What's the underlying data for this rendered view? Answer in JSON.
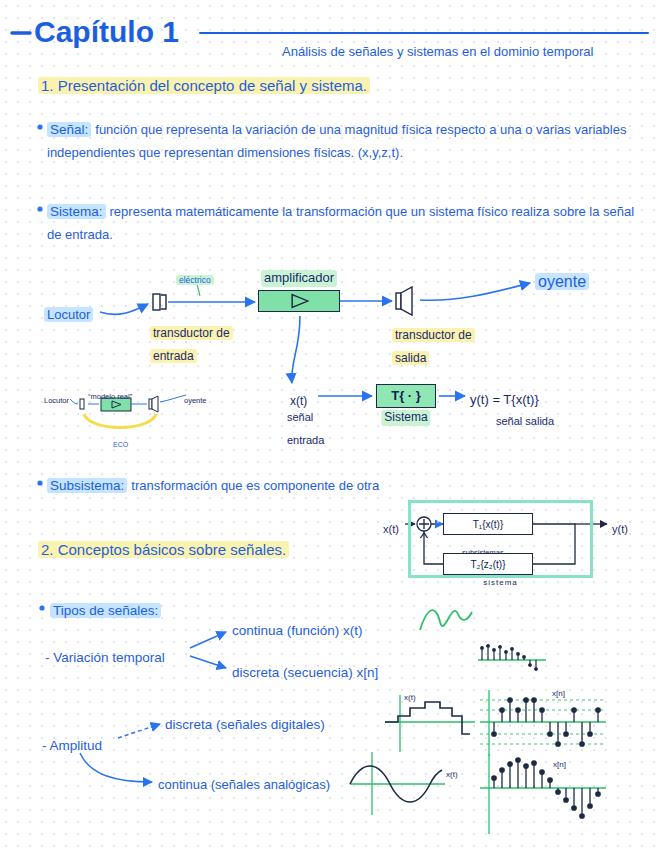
{
  "diagram": {
    "title": "Capítulo 1",
    "nodes": [
      {
        "text": [
          "amplificador"
        ]
      },
      {
        "text": [
          "T{ · }",
          "Sistema"
        ]
      },
      {
        "text": [
          "sistema"
        ]
      },
      {
        "text": [
          "T₁{x(t)}"
        ],
        "in": 2
      },
      {
        "text": [
          "T₂{z₂(t)}"
        ],
        "in": 2
      }
    ],
    "edges": [
      {
        "from": 4,
        "to": 3,
        "arrow": "to"
      },
      {
        "from": 3,
        "to": 4,
        "arrow": "none"
      }
    ],
    "labels": [
      "Análisis de señales y sistemas en el dominio temporal",
      "1. Presentación del concepto de señal y sistema.",
      "Señal:",
      "función que representa la variación de una magnitud física respecto a una o varias variables independientes que representan dimensiones físicas. (x,y,z,t).",
      "Sistema:",
      "representa matemáticamente la transformación que un sistema físico realiza sobre la señal de entrada.",
      "eléctrico",
      "oyente",
      "Locutor",
      "transductor de entrada",
      "transductor de salida",
      "Locutor",
      "“modelo real”",
      "oyente",
      "ECO",
      "x(t)",
      "señal entrada",
      "y(t) = T{x(t)}",
      "señal salida",
      "Subsistema:",
      "transformación que es componente de otra",
      "x(t)",
      "subsistemas",
      "y(t)",
      "2. Conceptos básicos sobre señales.",
      "Tipos de señales:",
      "continua (función) x(t)",
      "- Variación temporal",
      "discreta (secuencia) x[n]",
      "x(t)",
      "x[n]",
      "discreta (señales digitales)",
      "- Amplitud",
      "continua (señales analógicas)",
      "x(t)",
      "x[n]"
    ]
  }
}
